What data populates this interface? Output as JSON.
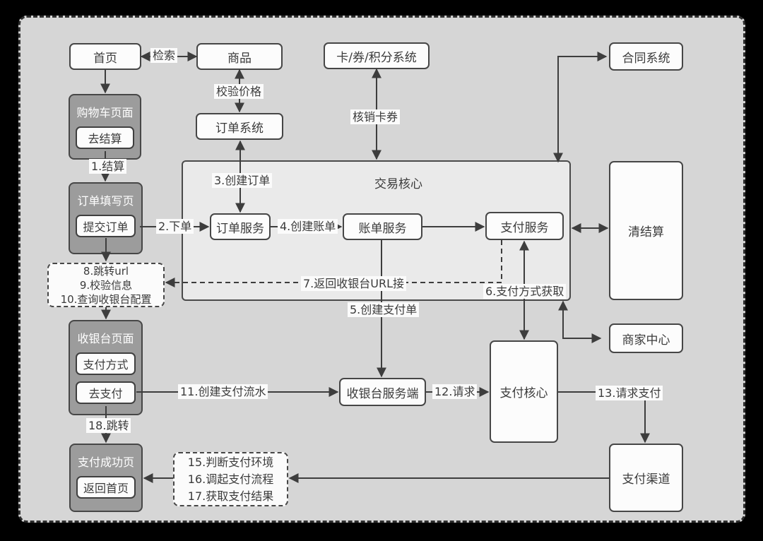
{
  "colors": {
    "canvas_bg": "#000000",
    "panel_bg": "#d6d6d6",
    "core_bg": "#eaeaea",
    "node_bg": "#fcfcfc",
    "page_bg": "#9c9c9c",
    "line": "#3d3d3d",
    "text": "#3b3b3b",
    "page_title_text": "#ffffff"
  },
  "nodes": {
    "home": "首页",
    "product": "商品",
    "order_system": "订单系统",
    "card_coupon_points_system": "卡/券/积分系统",
    "contract_system": "合同系统",
    "transaction_core": "交易核心",
    "order_service": "订单服务",
    "bill_service": "账单服务",
    "payment_service": "支付服务",
    "clearing_settlement": "清结算",
    "merchant_center": "商家中心",
    "cashier_server": "收银台服务端",
    "payment_core": "支付核心",
    "payment_channel": "支付渠道"
  },
  "pages": {
    "cart_page": {
      "title": "购物车页面",
      "buttons": [
        "去结算"
      ]
    },
    "order_form_page": {
      "title": "订单填写页",
      "buttons": [
        "提交订单"
      ]
    },
    "cashier_page": {
      "title": "收银台页面",
      "buttons": [
        "支付方式",
        "去支付"
      ]
    },
    "payment_success_page": {
      "title": "支付成功页",
      "buttons": [
        "返回首页"
      ]
    }
  },
  "notes": {
    "redirect": {
      "lines": [
        "8.跳转url",
        "9.校验信息",
        "10.查询收银台配置"
      ]
    },
    "payment_env": {
      "lines": [
        "15.判断支付环境",
        "16.调起支付流程",
        "17.获取支付结果"
      ]
    }
  },
  "edge_labels": {
    "search": "检索",
    "verify_price": "校验价格",
    "redeem_coupon": "核销卡券",
    "step1_settle": "1.结算",
    "step2_place_order": "2.下单",
    "step3_create_order": "3.创建订单",
    "step4_create_bill": "4.创建账单",
    "step5_create_payment": "5.创建支付单",
    "step6_get_payment_methods": "6.支付方式获取",
    "step7_return_cashier_url": "7.返回收银台URL接",
    "step11_create_payment_flow": "11.创建支付流水",
    "step12_request": "12.请求",
    "step13_request_payment": "13.请求支付",
    "step18_redirect": "18.跳转"
  }
}
